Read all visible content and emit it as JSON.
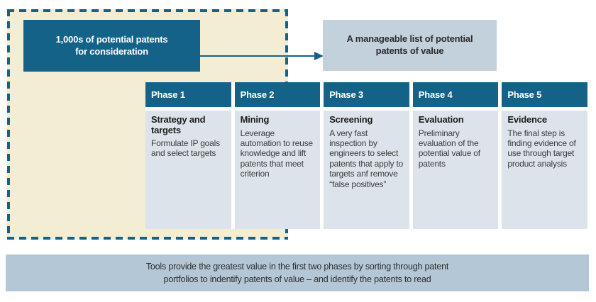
{
  "colors": {
    "teal": "#156288",
    "beige_region": "#f2edd3",
    "phase_body": "#dde3ea",
    "result_box": "#c3d1dd",
    "footer_bar": "#b4c7d6",
    "text_dark": "#3c3c3c",
    "text_white": "#ffffff"
  },
  "funnel": {
    "source_box": {
      "line1": "1,000s of potential patents",
      "line2": "for consideration"
    },
    "result_box": {
      "line1": "A manageable list of potential",
      "line2": "patents of value"
    }
  },
  "phases": [
    {
      "header": "Phase 1",
      "title": "Strategy and targets",
      "description": "Formulate IP goals and select targets"
    },
    {
      "header": "Phase 2",
      "title": "Mining",
      "description": "Leverage automation to reuse knowledge and lift patents that meet criterion"
    },
    {
      "header": "Phase 3",
      "title": "Screening",
      "description": "A very fast inspection by engineers to select patents that apply to targets anf remove “false positives”"
    },
    {
      "header": "Phase 4",
      "title": "Evaluation",
      "description": "Preliminary evaluation of the potential value of patents"
    },
    {
      "header": "Phase 5",
      "title": "Evidence",
      "description": "The final step is finding evidence of use through target product analysis"
    }
  ],
  "footer": {
    "line1": "Tools provide the greatest value in the first two phases by sorting through patent",
    "line2": "portfolios to indentify patents of value –  and identify the patents to read"
  }
}
